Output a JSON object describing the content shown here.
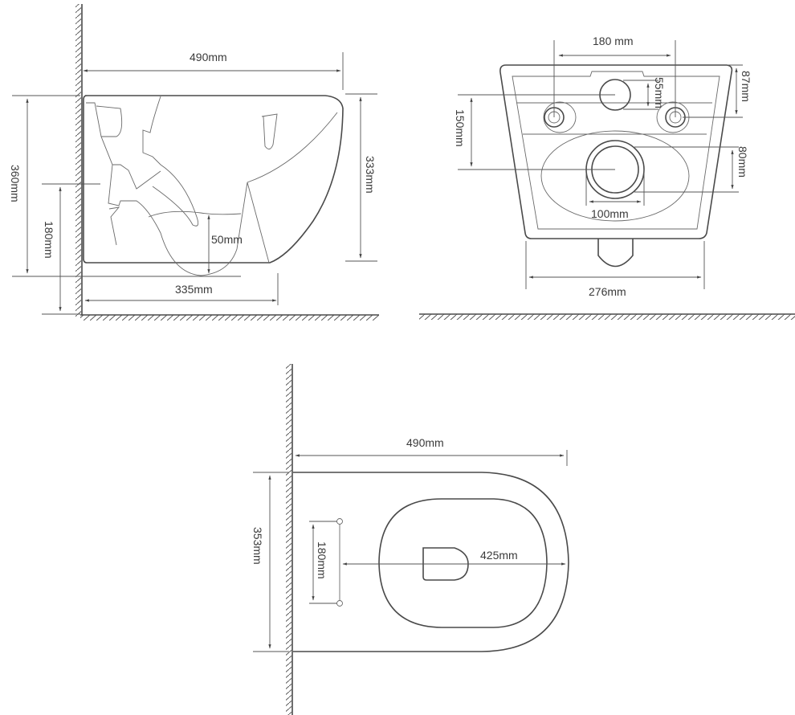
{
  "diagram": {
    "subject": "Wall-hung toilet dimension drawing",
    "views": [
      {
        "name": "side-view",
        "dimensions": {
          "overall_length": "490mm",
          "overall_height": "360mm",
          "bowl_height": "333mm",
          "outlet_height": "180mm",
          "water_depth": "50mm",
          "outlet_offset": "335mm"
        }
      },
      {
        "name": "rear-view",
        "dimensions": {
          "bolt_spacing": "180 mm",
          "inlet_diameter": "55mm",
          "top_to_bolt": "87mm",
          "inlet_to_outlet": "150mm",
          "outlet_inner": "80mm",
          "outlet_outer": "100mm",
          "base_width": "276mm"
        }
      },
      {
        "name": "top-view",
        "dimensions": {
          "overall_length": "490mm",
          "width": "353mm",
          "bolt_spacing": "180mm",
          "bolt_to_front": "425mm"
        }
      }
    ]
  }
}
